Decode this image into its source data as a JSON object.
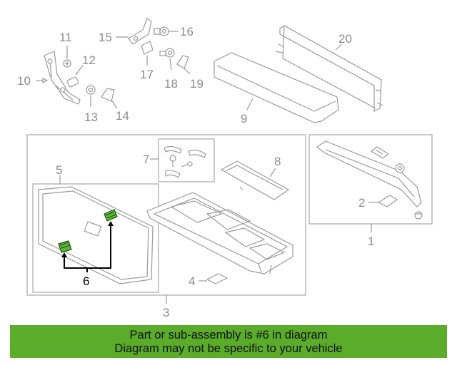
{
  "callouts": {
    "c1": "1",
    "c2": "2",
    "c3": "3",
    "c4": "4",
    "c5": "5",
    "c6": "6",
    "c7": "7",
    "c8": "8",
    "c9": "9",
    "c10": "10",
    "c11": "11",
    "c12": "12",
    "c13": "13",
    "c14": "14",
    "c15": "15",
    "c16": "16",
    "c17": "17",
    "c18": "18",
    "c19": "19",
    "c20": "20"
  },
  "banner": {
    "line1": "Part or sub-assembly is #6 in diagram",
    "line2": "Diagram may not be specific to your vehicle",
    "color": "#5aac2a"
  },
  "highlight": {
    "part": "6",
    "color": "#5cb33a"
  }
}
